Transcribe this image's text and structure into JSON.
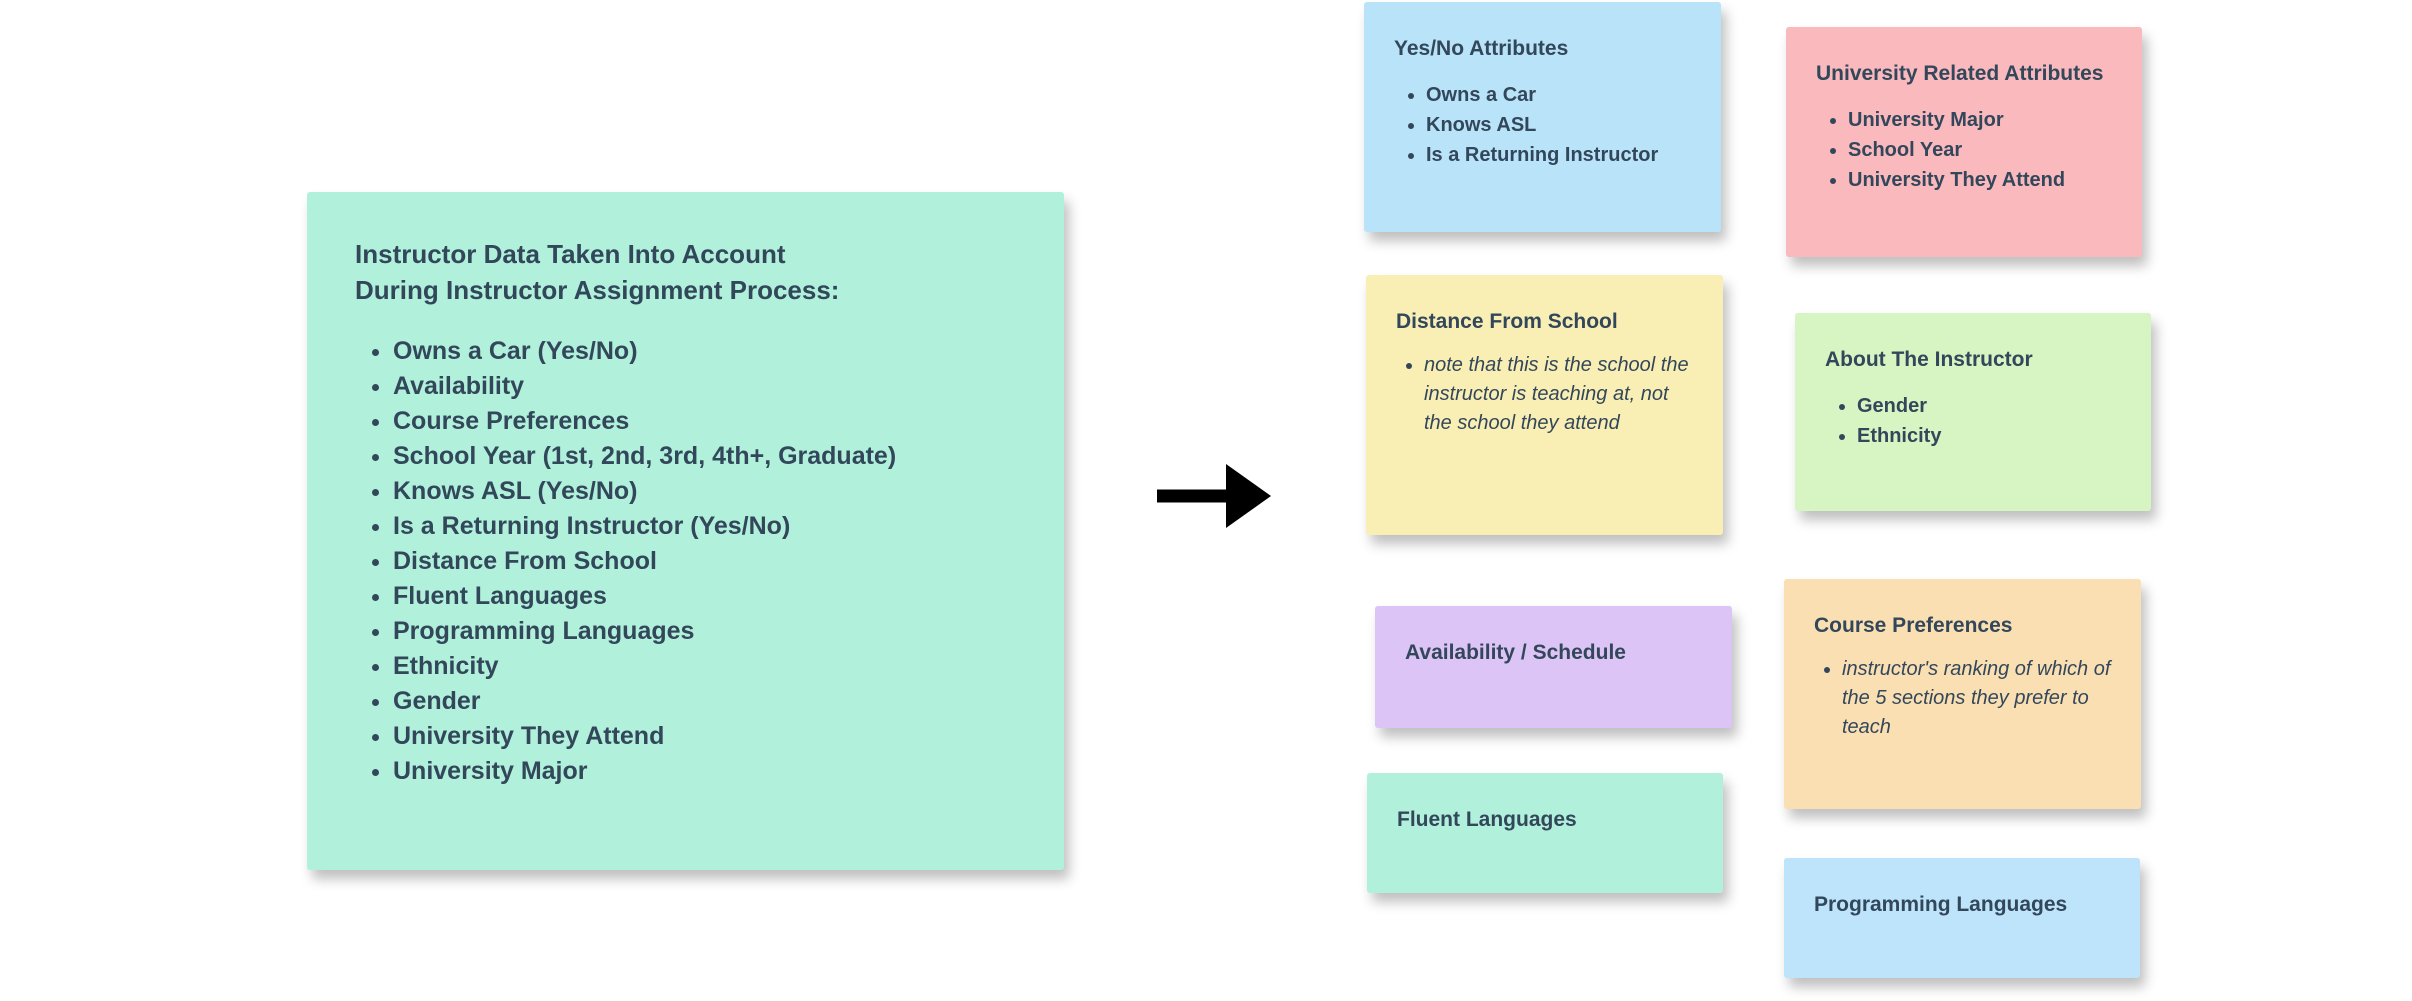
{
  "board": {
    "background": "#ffffff",
    "text_color": "#33475b"
  },
  "main_note": {
    "color": "#b1f1db",
    "title": "Instructor Data Taken Into Account\nDuring Instructor Assignment Process:",
    "items": [
      "Owns a Car (Yes/No)",
      "Availability",
      "Course Preferences",
      "School Year (1st, 2nd, 3rd, 4th+, Graduate)",
      "Knows ASL (Yes/No)",
      "Is a Returning Instructor (Yes/No)",
      "Distance From School",
      "Fluent Languages",
      "Programming Languages",
      "Ethnicity",
      "Gender",
      "University They Attend",
      "University Major"
    ]
  },
  "arrow": {
    "icon": "arrow-right-icon",
    "color": "#000000"
  },
  "sticky_notes": [
    {
      "title": "Yes/No Attributes",
      "color": "#b9e3f9",
      "items": [
        "Owns a Car",
        "Knows ASL",
        "Is a Returning Instructor"
      ]
    },
    {
      "title": "University Related Attributes",
      "color": "#f9b9bd",
      "items": [
        "University Major",
        "School Year",
        "University They Attend"
      ]
    },
    {
      "title": "Distance From School",
      "color": "#f9efb5",
      "note": "note that this is the school the instructor is teaching at, not the school they attend"
    },
    {
      "title": "About The Instructor",
      "color": "#d6f5c3",
      "items": [
        "Gender",
        "Ethnicity"
      ]
    },
    {
      "title": "Availability / Schedule",
      "color": "#ddc4f6"
    },
    {
      "title": "Course Preferences",
      "color": "#fadfb2",
      "note": "instructor's ranking of which of the 5 sections they prefer to teach"
    },
    {
      "title": "Fluent Languages",
      "color": "#b1f1db"
    },
    {
      "title": "Programming Languages",
      "color": "#bde4fa"
    }
  ]
}
